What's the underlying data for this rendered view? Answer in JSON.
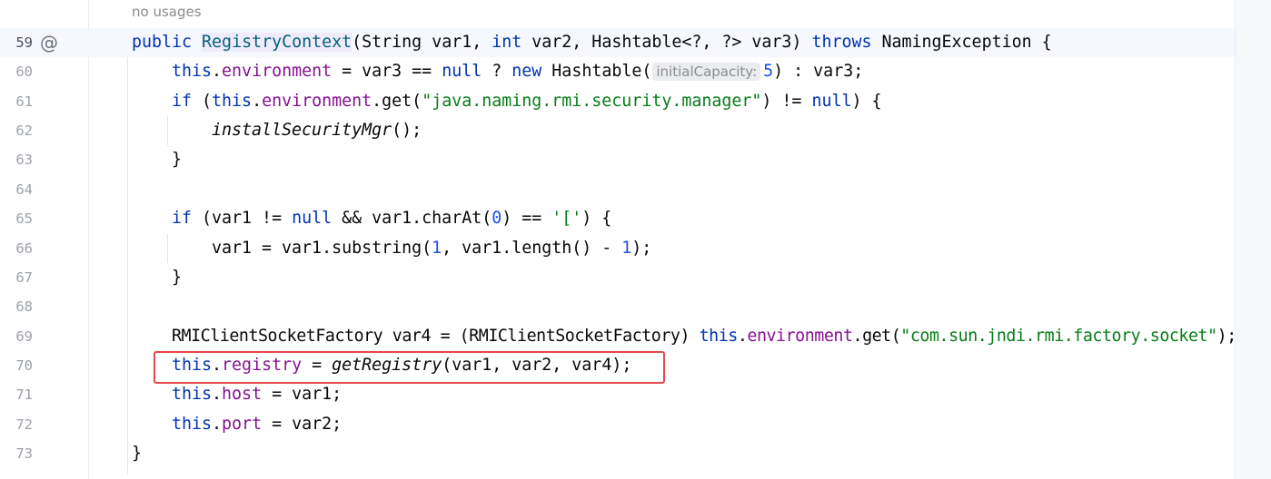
{
  "annotation": "no usages",
  "gutter_marker": "@",
  "lines": [
    {
      "n": "59",
      "indent": 0,
      "tokens": [
        [
          "kw",
          "public "
        ],
        [
          "md",
          "RegistryContext"
        ],
        [
          "",
          "(String var1, "
        ],
        [
          "kw",
          "int"
        ],
        [
          "",
          " var2, Hashtable<?, ?> var3) "
        ],
        [
          "kw",
          "throws"
        ],
        [
          "",
          " NamingException {"
        ]
      ]
    },
    {
      "n": "60",
      "indent": 1,
      "tokens": [
        [
          "kw",
          "this"
        ],
        [
          "",
          "."
        ],
        [
          "fd",
          "environment"
        ],
        [
          "",
          " = var3 == "
        ],
        [
          "kw",
          "null"
        ],
        [
          "",
          " ? "
        ],
        [
          "kw",
          "new"
        ],
        [
          "",
          " Hashtable("
        ],
        [
          "hint",
          "initialCapacity:"
        ],
        [
          "nu",
          "5"
        ],
        [
          "",
          ") : var3;"
        ]
      ]
    },
    {
      "n": "61",
      "indent": 1,
      "tokens": [
        [
          "kw",
          "if"
        ],
        [
          "",
          " ("
        ],
        [
          "kw",
          "this"
        ],
        [
          "",
          "."
        ],
        [
          "fd",
          "environment"
        ],
        [
          "",
          ".get("
        ],
        [
          "st",
          "\"java.naming.rmi.security.manager\""
        ],
        [
          "",
          ") != "
        ],
        [
          "kw",
          "null"
        ],
        [
          "",
          ") {"
        ]
      ]
    },
    {
      "n": "62",
      "indent": 2,
      "tokens": [
        [
          "it",
          "installSecurityMgr"
        ],
        [
          "",
          "();"
        ]
      ]
    },
    {
      "n": "63",
      "indent": 1,
      "tokens": [
        [
          "",
          "}"
        ]
      ]
    },
    {
      "n": "64",
      "indent": 0,
      "tokens": []
    },
    {
      "n": "65",
      "indent": 1,
      "tokens": [
        [
          "kw",
          "if"
        ],
        [
          "",
          " (var1 != "
        ],
        [
          "kw",
          "null"
        ],
        [
          "",
          " && var1.charAt("
        ],
        [
          "nu",
          "0"
        ],
        [
          "",
          ") == "
        ],
        [
          "st",
          "'['"
        ],
        [
          "",
          ") {"
        ]
      ]
    },
    {
      "n": "66",
      "indent": 2,
      "tokens": [
        [
          "",
          "var1 = var1.substring("
        ],
        [
          "nu",
          "1"
        ],
        [
          "",
          ", var1.length() - "
        ],
        [
          "nu",
          "1"
        ],
        [
          "",
          ");"
        ]
      ]
    },
    {
      "n": "67",
      "indent": 1,
      "tokens": [
        [
          "",
          "}"
        ]
      ]
    },
    {
      "n": "68",
      "indent": 0,
      "tokens": []
    },
    {
      "n": "69",
      "indent": 1,
      "tokens": [
        [
          "",
          "RMIClientSocketFactory var4 = (RMIClientSocketFactory) "
        ],
        [
          "kw",
          "this"
        ],
        [
          "",
          "."
        ],
        [
          "fd",
          "environment"
        ],
        [
          "",
          ".get("
        ],
        [
          "st",
          "\"com.sun.jndi.rmi.factory.socket\""
        ],
        [
          "",
          ");"
        ]
      ]
    },
    {
      "n": "70",
      "indent": 1,
      "tokens": [
        [
          "kw",
          "this"
        ],
        [
          "",
          "."
        ],
        [
          "fd",
          "registry"
        ],
        [
          "",
          " = "
        ],
        [
          "it",
          "getRegistry"
        ],
        [
          "",
          "(var1, var2, var4);"
        ]
      ]
    },
    {
      "n": "71",
      "indent": 1,
      "tokens": [
        [
          "kw",
          "this"
        ],
        [
          "",
          "."
        ],
        [
          "fd",
          "host"
        ],
        [
          "",
          " = var1;"
        ]
      ]
    },
    {
      "n": "72",
      "indent": 1,
      "tokens": [
        [
          "kw",
          "this"
        ],
        [
          "",
          "."
        ],
        [
          "fd",
          "port"
        ],
        [
          "",
          " = var2;"
        ]
      ]
    },
    {
      "n": "73",
      "indent": 0,
      "tokens": [
        [
          "",
          "}"
        ]
      ]
    }
  ]
}
